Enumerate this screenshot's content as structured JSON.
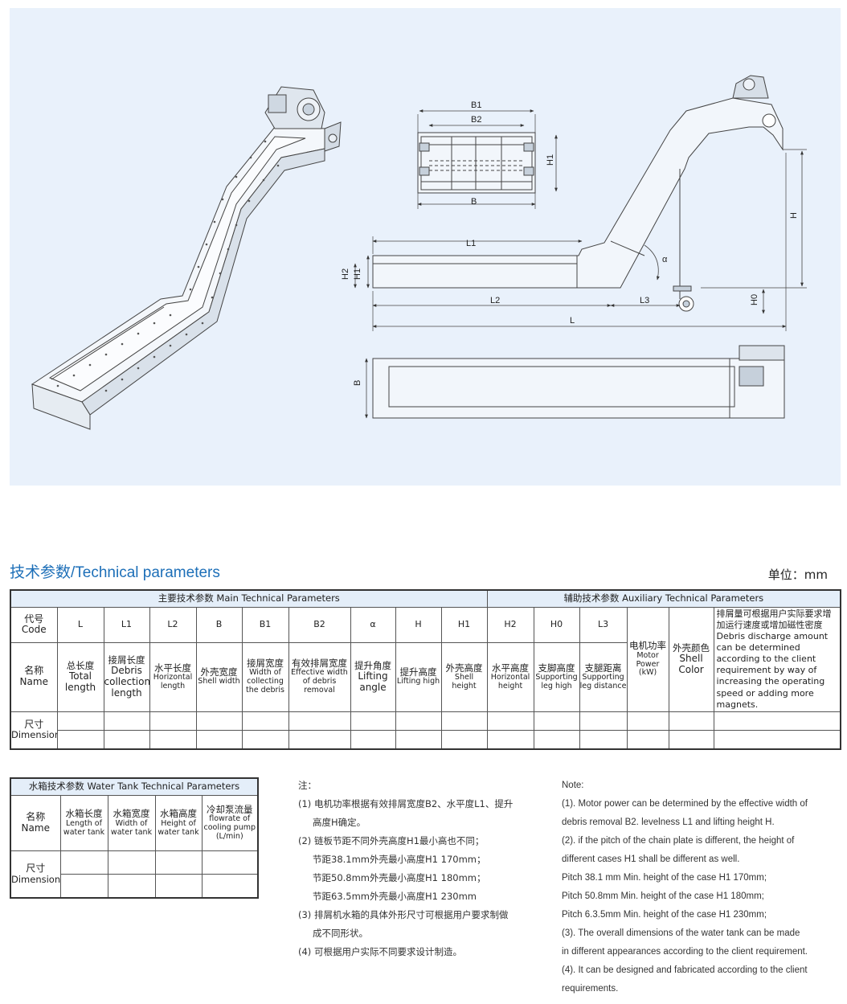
{
  "drawing": {
    "dim_labels": {
      "B1": "B1",
      "B2": "B2",
      "B": "B",
      "H1": "H1",
      "H2": "H2",
      "H": "H",
      "L1": "L1",
      "L2": "L2",
      "L3": "L3",
      "L": "L",
      "H0": "H0",
      "alpha": "α"
    }
  },
  "section_title": "技术参数/Technical parameters",
  "unit_label": "单位：mm",
  "main_table": {
    "group_main": "主要技术参数  Main Technical Parameters",
    "group_aux": "辅助技术参数  Auxiliary Technical Parameters",
    "code_header": {
      "cn": "代号",
      "en": "Code"
    },
    "name_header": {
      "cn": "名称",
      "en": "Name"
    },
    "dim_header": {
      "cn": "尺寸",
      "en": "Dimensions"
    },
    "codes": [
      "L",
      "L1",
      "L2",
      "B",
      "B1",
      "B2",
      "α",
      "H",
      "H1",
      "H2",
      "H0",
      "L3"
    ],
    "names": [
      {
        "cn": "总长度",
        "en": "Total length"
      },
      {
        "cn": "接屑长度",
        "en": "Debris collection length"
      },
      {
        "cn": "水平长度",
        "en": "Horizontal length"
      },
      {
        "cn": "外壳宽度",
        "en": "Shell width"
      },
      {
        "cn": "接屑宽度",
        "en": "Width of collecting the debris"
      },
      {
        "cn": "有效排屑宽度",
        "en": "Effective width of debris removal"
      },
      {
        "cn": "提升角度",
        "en": "Lifting angle"
      },
      {
        "cn": "提升高度",
        "en": "Lifting high"
      },
      {
        "cn": "外壳高度",
        "en": "Shell height"
      },
      {
        "cn": "水平高度",
        "en": "Horizontal height"
      },
      {
        "cn": "支脚高度",
        "en": "Supporting leg high"
      },
      {
        "cn": "支腿距离",
        "en": "Supporting leg distance"
      }
    ],
    "motor": {
      "cn": "电机功率",
      "en": "Motor Power (kW)"
    },
    "color": {
      "cn": "外壳颜色",
      "en": "Shell Color"
    },
    "remark": {
      "cn": "排屑量可根据用户实际要求增加运行速度或增加磁性密度",
      "en": "Debris discharge amount can be determined according to the client requirement by way of increasing the operating speed or adding more magnets."
    }
  },
  "water_table": {
    "group": "水箱技术参数  Water Tank Technical Parameters",
    "name_header": {
      "cn": "名称",
      "en": "Name"
    },
    "dim_header": {
      "cn": "尺寸",
      "en": "Dimensions"
    },
    "cols": [
      {
        "cn": "水箱长度",
        "en": "Length of water tank"
      },
      {
        "cn": "水箱宽度",
        "en": "Width of water tank"
      },
      {
        "cn": "水箱高度",
        "en": "Height of water tank"
      },
      {
        "cn": "冷却泵流量",
        "en": "flowrate of cooling pump (L/min)"
      }
    ]
  },
  "notes_cn": [
    "注：",
    "(1) 电机功率根据有效排屑宽度B2、水平度L1、提升",
    "高度H确定。",
    "(2) 链板节距不同外壳高度H1最小高也不同；",
    "节距38.1mm外壳最小高度H1 170mm；",
    "节距50.8mm外壳最小高度H1 180mm；",
    "节距63.5mm外壳最小高度H1 230mm",
    "(3) 排屑机水箱的具体外形尺寸可根据用户要求制做",
    "成不同形状。",
    "(4) 可根据用户实际不同要求设计制造。"
  ],
  "notes_en": [
    "Note:",
    "(1). Motor power can be determined by the effective width of",
    "debris removal B2. levelness L1 and lifting height H.",
    "(2). if the pitch of the chain plate is different, the height of",
    "different cases H1 shall be different as well.",
    "Pitch 38.1 mm Min. height of the case H1 170mm;",
    "Pitch 50.8mm Min. height of the case H1 180mm;",
    "Pitch 6.3.5mm Min. height of the case H1 230mm;",
    "(3). The overall dimensions of the water tank can be made",
    "in different appearances according to the client requirement.",
    "(4). It can be designed and fabricated according to the client",
    "requirements."
  ]
}
